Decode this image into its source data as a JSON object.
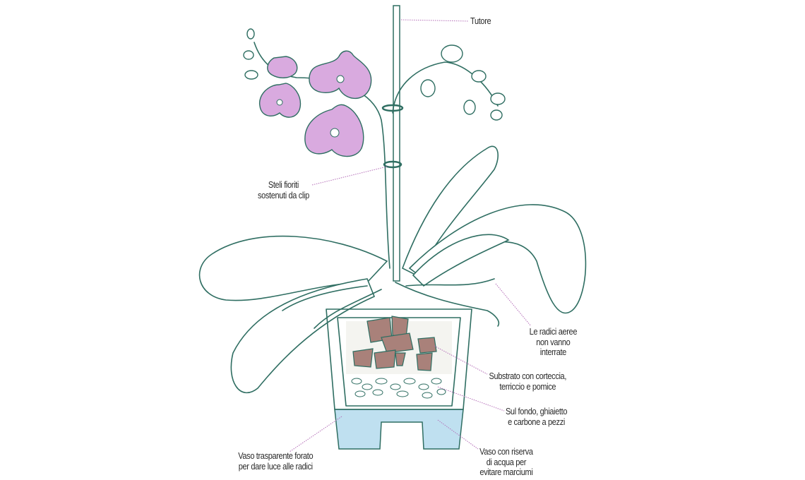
{
  "labels": {
    "tutore": [
      "Tutore"
    ],
    "steli": [
      "Steli fioriti",
      "sostenuti da clip"
    ],
    "radici": [
      "Le radici aeree",
      "non vanno",
      "interrate"
    ],
    "substrato": [
      "Substrato con corteccia,",
      "terriccio e pomice"
    ],
    "fondo": [
      "Sul fondo, ghiaietto",
      "e carbone a pezzi"
    ],
    "vaso_trasparente": [
      "Vaso trasparente forato",
      "per dare luce alle radici"
    ],
    "vaso_riserva": [
      "Vaso con riserva",
      "di acqua per",
      "evitare marciumi"
    ]
  },
  "colors": {
    "outline": "#2f6e62",
    "flower": "#d9aadf",
    "water": "#bfe0f0",
    "rock": "#a9817a",
    "leader": "#b46eb8"
  }
}
